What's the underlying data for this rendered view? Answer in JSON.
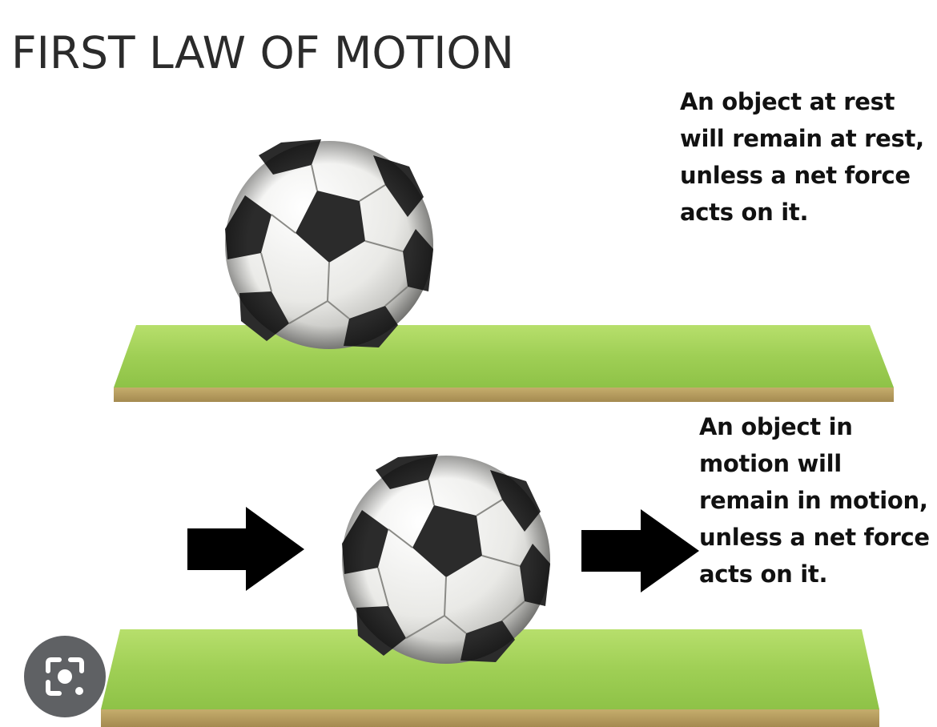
{
  "title": "FIRST LAW OF MOTION",
  "panel_rest": {
    "caption": "An object at rest will remain at rest, unless a net force acts on it."
  },
  "panel_motion": {
    "caption": "An object in motion will remain in motion, unless a net force acts on it."
  },
  "colors": {
    "grass_light": "#b6de6a",
    "grass_dark": "#8fc245",
    "soil": "#b9a162",
    "ball_panel": "#2a2a2a",
    "arrow": "#000000"
  },
  "icons": [
    "soccer-ball-icon",
    "right-arrow-icon",
    "lens-search-icon"
  ]
}
